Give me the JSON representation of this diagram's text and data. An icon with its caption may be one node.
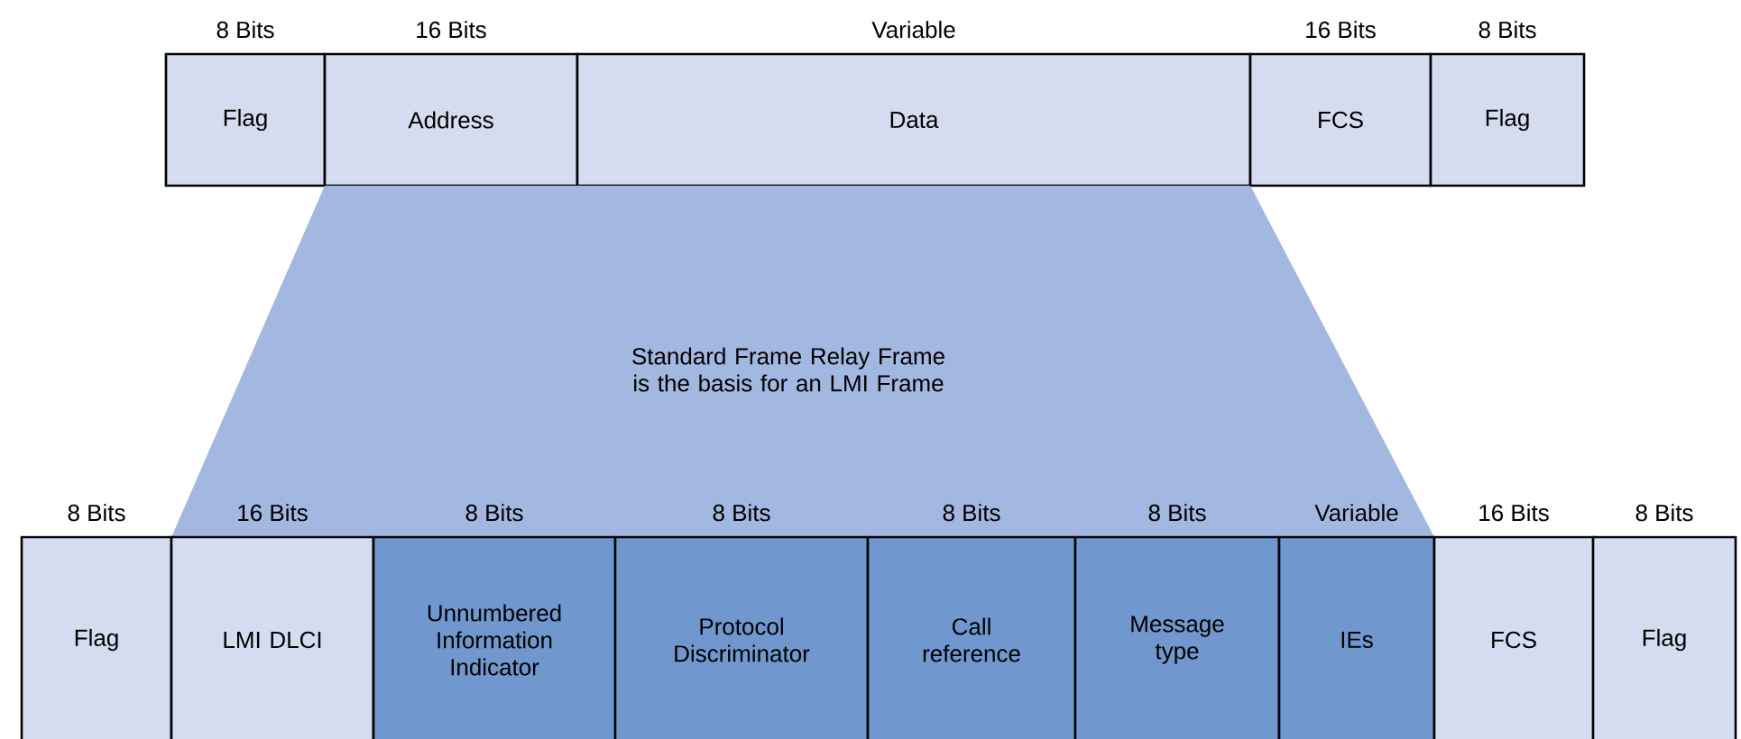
{
  "diagram": {
    "nodes": [
      {
        "text": [
          "Flag"
        ],
        "beside": [
          "8 Bits"
        ]
      },
      {
        "text": [
          "Address"
        ],
        "beside": [
          "16 Bits"
        ]
      },
      {
        "text": [
          "Data"
        ],
        "beside": [
          "Variable"
        ]
      },
      {
        "text": [
          "FCS"
        ],
        "beside": [
          "16 Bits"
        ]
      },
      {
        "text": [
          "Flag"
        ],
        "beside": [
          "8 Bits"
        ]
      },
      {
        "text": [
          "Standard Frame Relay Frame is the basis for an LMI Frame"
        ]
      },
      {
        "text": [
          "Flag"
        ],
        "beside": [
          "8 Bits"
        ]
      },
      {
        "text": [
          "LMI DLCI"
        ],
        "beside": [
          "16 Bits"
        ]
      },
      {
        "text": [
          "Unnumbered Information Indicator"
        ],
        "beside": [
          "8 Bits"
        ]
      },
      {
        "text": [
          "Protocol Discriminator"
        ],
        "beside": [
          "8 Bits"
        ]
      },
      {
        "text": [
          "Call reference"
        ],
        "beside": [
          "8 Bits"
        ]
      },
      {
        "text": [
          "Message type"
        ],
        "beside": [
          "8 Bits"
        ]
      },
      {
        "text": [
          "IEs"
        ],
        "beside": [
          "Variable"
        ]
      },
      {
        "text": [
          "FCS"
        ],
        "beside": [
          "16 Bits"
        ]
      },
      {
        "text": [
          "Flag"
        ],
        "beside": [
          "8 Bits"
        ]
      }
    ]
  }
}
